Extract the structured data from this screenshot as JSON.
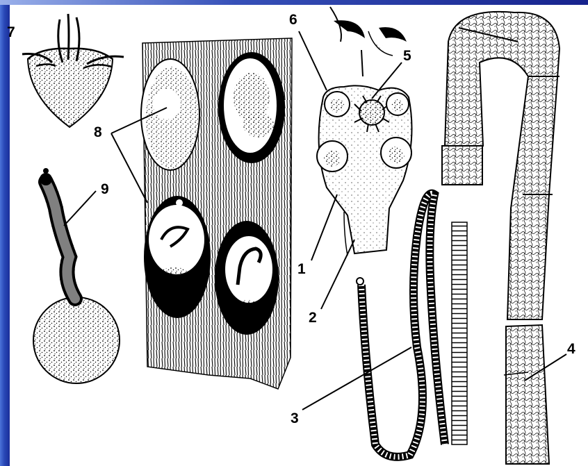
{
  "figure": {
    "labels": {
      "l1": "1",
      "l2": "2",
      "l3": "3",
      "l4": "4",
      "l5": "5",
      "l6": "6",
      "l7": "7",
      "l8": "8",
      "l9": "9"
    }
  },
  "colors": {
    "ink": "#000000",
    "paper": "#ffffff",
    "frame_blue": "#13208a"
  }
}
